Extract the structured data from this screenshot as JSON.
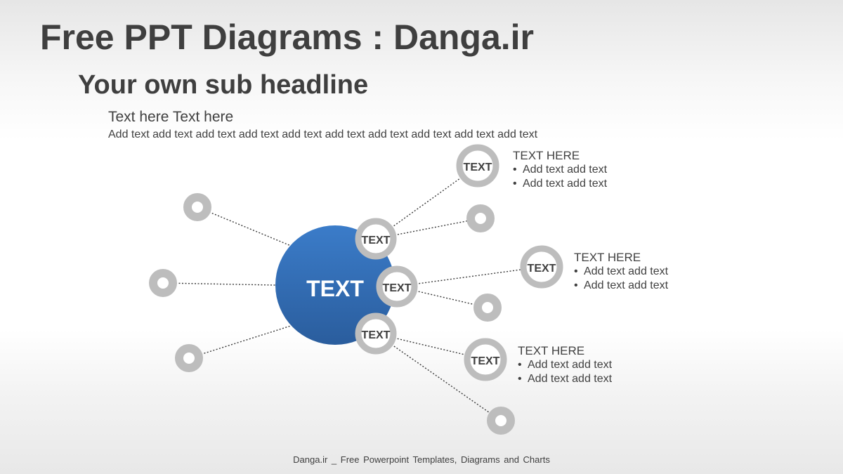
{
  "header": {
    "title": "Free PPT Diagrams : Danga.ir",
    "subtitle": "Your own sub headline"
  },
  "intro": {
    "heading": "Text here Text here",
    "body": "Add text add text add text add text add text add text add text add text add text add text"
  },
  "diagram": {
    "center_label": "TEXT",
    "hub_labels": [
      "TEXT",
      "TEXT",
      "TEXT"
    ],
    "node_labels": [
      "TEXT",
      "TEXT",
      "TEXT"
    ],
    "callouts": [
      {
        "title": "TEXT HERE",
        "bullets": [
          "Add text add text",
          "Add text add text"
        ]
      },
      {
        "title": "TEXT HERE",
        "bullets": [
          "Add text add text",
          "Add text add text"
        ]
      },
      {
        "title": "TEXT HERE",
        "bullets": [
          "Add text add text",
          "Add text add text"
        ]
      }
    ],
    "colors": {
      "center_top": "#3b7cc9",
      "center_bottom": "#2a5d9d",
      "ring": "#bdbdbd",
      "connector": "#3a3a3a"
    }
  },
  "footer": {
    "text": "Danga.ir _ Free Powerpoint Templates, Diagrams and Charts"
  }
}
